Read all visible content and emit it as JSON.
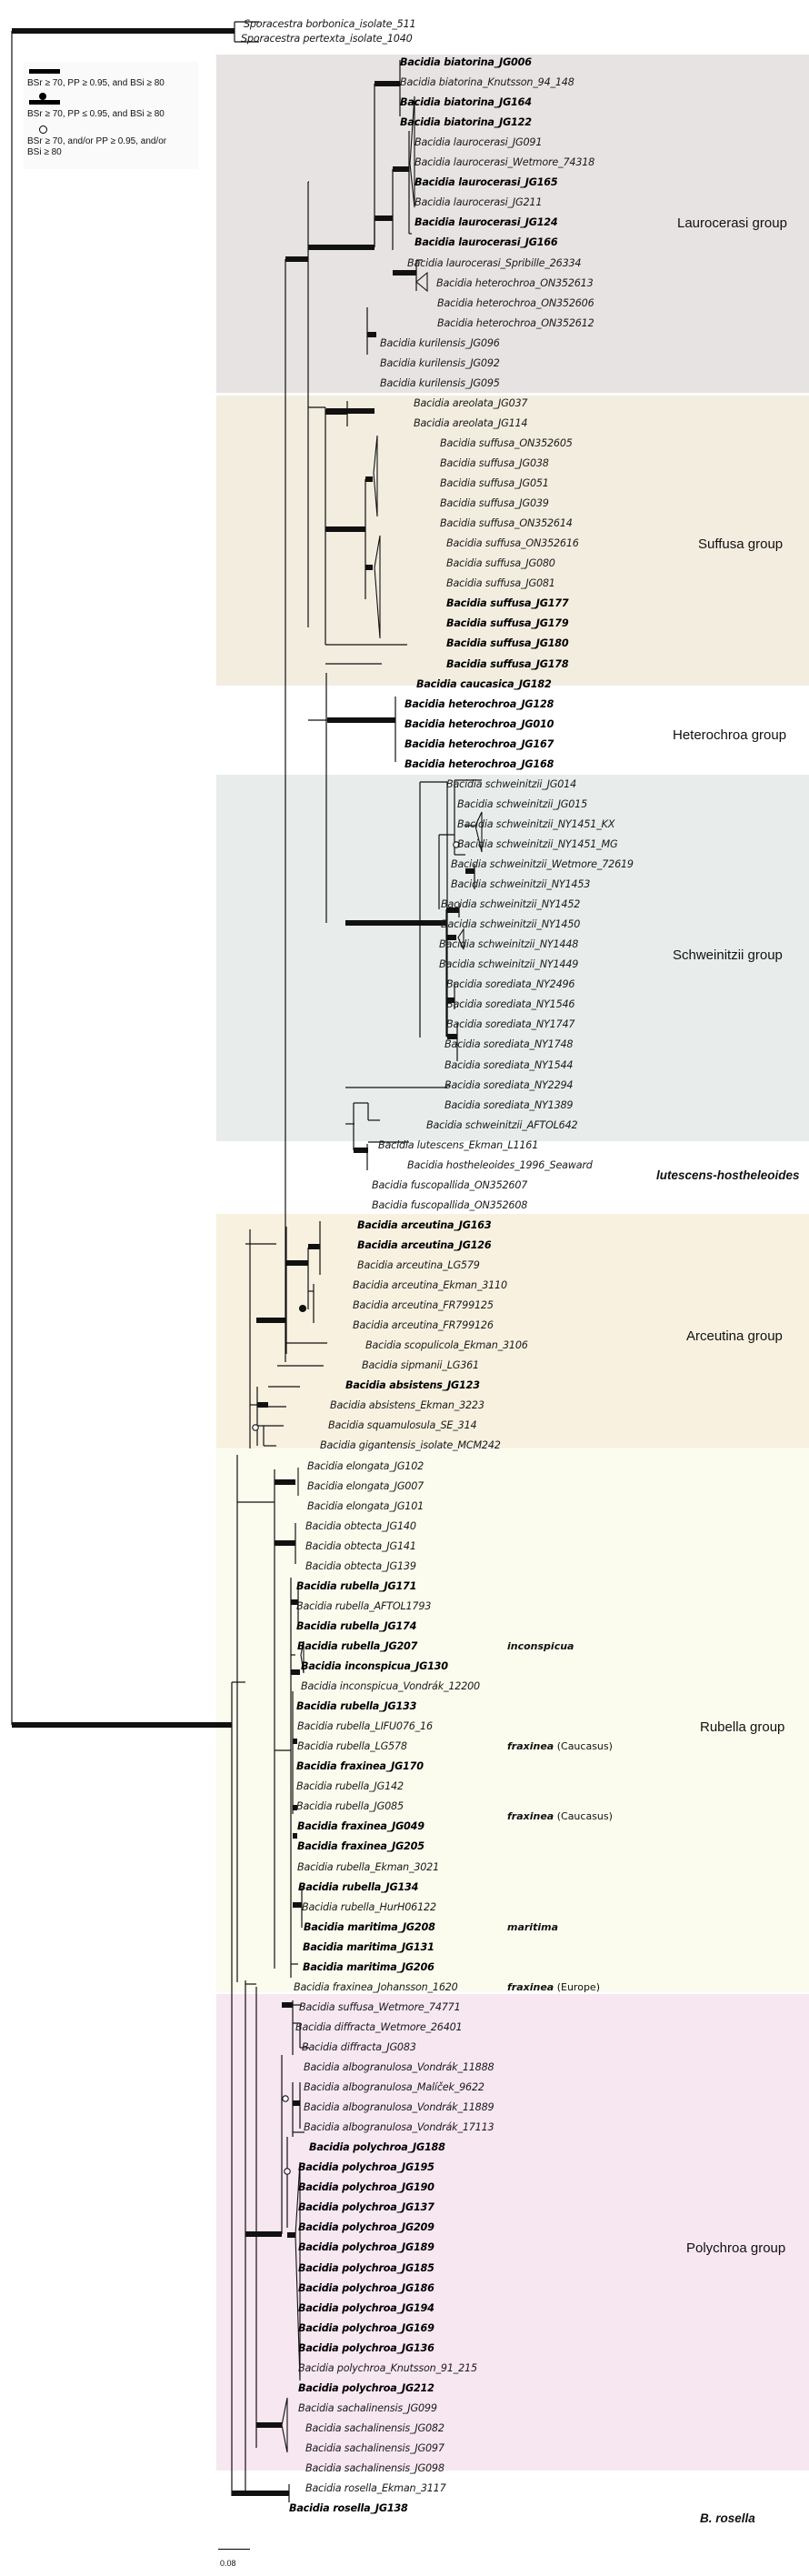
{
  "figure": {
    "type": "phylogenetic_tree",
    "scale_label": "0.08"
  },
  "legend": {
    "items": [
      {
        "symbol": "thick-branch",
        "text": "BSr ≥ 70, PP ≥ 0.95, and BSi ≥ 80"
      },
      {
        "symbol": "thick-branch-with-filled-dot",
        "text": "BSr ≥ 70, PP ≤ 0.95, and BSi ≥ 80"
      },
      {
        "symbol": "open-circle",
        "text": "BSr ≥ 70, and/or PP ≥ 0.95, and/or BSi ≥ 80"
      }
    ]
  },
  "colors": {
    "laurocerasi": "#e8e3e3",
    "suffusa": "#f3ede0",
    "schweinitzii": "#e8ecea",
    "arceutina": "#f8f1e0",
    "rubella": "#fbfbee",
    "polychroa": "#f7e7f0",
    "branch": "#111111"
  },
  "groups": [
    {
      "label": "Laurocerasi group",
      "band": "laurocerasi",
      "from": 2,
      "to": 18
    },
    {
      "label": "Suffusa group",
      "band": "suffusa",
      "from": 19,
      "to": 33
    },
    {
      "label": "Heterochroa group",
      "band": null,
      "from": 34,
      "to": 37
    },
    {
      "label": "Schweinitzii group",
      "band": "schweinitzii",
      "from": 38,
      "to": 55
    },
    {
      "label": "lutescens-hostheleoides",
      "band": null,
      "from": 56,
      "to": 59,
      "italic": true
    },
    {
      "label": "Arceutina group",
      "band": "arceutina",
      "from": 60,
      "to": 71
    },
    {
      "label": "Rubella group",
      "band": "rubella",
      "from": 72,
      "to": 98
    },
    {
      "label": "Polychroa group",
      "band": "polychroa",
      "from": 99,
      "to": 123
    },
    {
      "label": "B. rosella",
      "band": null,
      "from": 124,
      "to": 125,
      "italic": true
    }
  ],
  "side_labels": [
    {
      "row": 81,
      "species": "inconspicua",
      "region": ""
    },
    {
      "row": 86,
      "species": "fraxinea",
      "region": "(Caucasus)"
    },
    {
      "row": 89.5,
      "species": "fraxinea",
      "region": "(Caucasus)"
    },
    {
      "row": 95,
      "species": "maritima",
      "region": ""
    },
    {
      "row": 98,
      "species": "fraxinea",
      "region": "(Europe)"
    }
  ],
  "leaves": [
    {
      "name": "Sporacestra borbonica_isolate_511",
      "bold": false
    },
    {
      "name": "Sporacestra pertexta_isolate_1040",
      "bold": false
    },
    {
      "name": "Bacidia biatorina_JG006",
      "bold": true
    },
    {
      "name": "Bacidia biatorina_Knutsson_94_148",
      "bold": false
    },
    {
      "name": "Bacidia biatorina_JG164",
      "bold": true
    },
    {
      "name": "Bacidia biatorina_JG122",
      "bold": true
    },
    {
      "name": "Bacidia laurocerasi_JG091",
      "bold": false
    },
    {
      "name": "Bacidia laurocerasi_Wetmore_74318",
      "bold": false
    },
    {
      "name": "Bacidia laurocerasi_JG165",
      "bold": true
    },
    {
      "name": "Bacidia laurocerasi_JG211",
      "bold": false
    },
    {
      "name": "Bacidia laurocerasi_JG124",
      "bold": true
    },
    {
      "name": "Bacidia laurocerasi_JG166",
      "bold": true
    },
    {
      "name": "Bacidia laurocerasi_Spribille_26334",
      "bold": false
    },
    {
      "name": "Bacidia heterochroa_ON352613",
      "bold": false
    },
    {
      "name": "Bacidia heterochroa_ON352606",
      "bold": false
    },
    {
      "name": "Bacidia heterochroa_ON352612",
      "bold": false
    },
    {
      "name": "Bacidia kurilensis_JG096",
      "bold": false
    },
    {
      "name": "Bacidia kurilensis_JG092",
      "bold": false
    },
    {
      "name": "Bacidia kurilensis_JG095",
      "bold": false
    },
    {
      "name": "Bacidia areolata_JG037",
      "bold": false
    },
    {
      "name": "Bacidia areolata_JG114",
      "bold": false
    },
    {
      "name": "Bacidia suffusa_ON352605",
      "bold": false
    },
    {
      "name": "Bacidia suffusa_JG038",
      "bold": false
    },
    {
      "name": "Bacidia suffusa_JG051",
      "bold": false
    },
    {
      "name": "Bacidia suffusa_JG039",
      "bold": false
    },
    {
      "name": "Bacidia suffusa_ON352614",
      "bold": false
    },
    {
      "name": "Bacidia suffusa_ON352616",
      "bold": false
    },
    {
      "name": "Bacidia suffusa_JG080",
      "bold": false
    },
    {
      "name": "Bacidia suffusa_JG081",
      "bold": false
    },
    {
      "name": "Bacidia suffusa_JG177",
      "bold": true
    },
    {
      "name": "Bacidia suffusa_JG179",
      "bold": true
    },
    {
      "name": "Bacidia suffusa_JG180",
      "bold": true
    },
    {
      "name": "Bacidia suffusa_JG178",
      "bold": true
    },
    {
      "name": "Bacidia caucasica_JG182",
      "bold": true
    },
    {
      "name": "Bacidia heterochroa_JG128",
      "bold": true
    },
    {
      "name": "Bacidia heterochroa_JG010",
      "bold": true
    },
    {
      "name": "Bacidia heterochroa_JG167",
      "bold": true
    },
    {
      "name": "Bacidia heterochroa_JG168",
      "bold": true
    },
    {
      "name": "Bacidia schweinitzii_JG014",
      "bold": false
    },
    {
      "name": "Bacidia schweinitzii_JG015",
      "bold": false
    },
    {
      "name": "Bacidia schweinitzii_NY1451_KX",
      "bold": false
    },
    {
      "name": "Bacidia schweinitzii_NY1451_MG",
      "bold": false
    },
    {
      "name": "Bacidia schweinitzii_Wetmore_72619",
      "bold": false
    },
    {
      "name": "Bacidia schweinitzii_NY1453",
      "bold": false
    },
    {
      "name": "Bacidia schweinitzii_NY1452",
      "bold": false
    },
    {
      "name": "Bacidia schweinitzii_NY1450",
      "bold": false
    },
    {
      "name": "Bacidia schweinitzii_NY1448",
      "bold": false
    },
    {
      "name": "Bacidia schweinitzii_NY1449",
      "bold": false
    },
    {
      "name": "Bacidia sorediata_NY2496",
      "bold": false
    },
    {
      "name": "Bacidia sorediata_NY1546",
      "bold": false
    },
    {
      "name": "Bacidia sorediata_NY1747",
      "bold": false
    },
    {
      "name": "Bacidia sorediata_NY1748",
      "bold": false
    },
    {
      "name": "Bacidia sorediata_NY1544",
      "bold": false
    },
    {
      "name": "Bacidia sorediata_NY2294",
      "bold": false
    },
    {
      "name": "Bacidia sorediata_NY1389",
      "bold": false
    },
    {
      "name": "Bacidia schweinitzii_AFTOL642",
      "bold": false
    },
    {
      "name": "Bacidia lutescens_Ekman_L1161",
      "bold": false
    },
    {
      "name": "Bacidia hostheleoides_1996_Seaward",
      "bold": false
    },
    {
      "name": "Bacidia fuscopallida_ON352607",
      "bold": false
    },
    {
      "name": "Bacidia fuscopallida_ON352608",
      "bold": false
    },
    {
      "name": "Bacidia arceutina_JG163",
      "bold": true
    },
    {
      "name": "Bacidia arceutina_JG126",
      "bold": true
    },
    {
      "name": "Bacidia arceutina_LG579",
      "bold": false
    },
    {
      "name": "Bacidia arceutina_Ekman_3110",
      "bold": false
    },
    {
      "name": "Bacidia arceutina_FR799125",
      "bold": false
    },
    {
      "name": "Bacidia arceutina_FR799126",
      "bold": false
    },
    {
      "name": "Bacidia scopulicola_Ekman_3106",
      "bold": false
    },
    {
      "name": "Bacidia sipmanii_LG361",
      "bold": false
    },
    {
      "name": "Bacidia absistens_JG123",
      "bold": true
    },
    {
      "name": "Bacidia absistens_Ekman_3223",
      "bold": false
    },
    {
      "name": "Bacidia squamulosula_SE_314",
      "bold": false
    },
    {
      "name": "Bacidia gigantensis_isolate_MCM242",
      "bold": false
    },
    {
      "name": "Bacidia elongata_JG102",
      "bold": false
    },
    {
      "name": "Bacidia elongata_JG007",
      "bold": false
    },
    {
      "name": "Bacidia elongata_JG101",
      "bold": false
    },
    {
      "name": "Bacidia obtecta_JG140",
      "bold": false
    },
    {
      "name": "Bacidia obtecta_JG141",
      "bold": false
    },
    {
      "name": "Bacidia obtecta_JG139",
      "bold": false
    },
    {
      "name": "Bacidia rubella_JG171",
      "bold": true
    },
    {
      "name": "Bacidia rubella_AFTOL1793",
      "bold": false
    },
    {
      "name": "Bacidia rubella_JG174",
      "bold": true
    },
    {
      "name": "Bacidia rubella_JG207",
      "bold": true
    },
    {
      "name": "Bacidia inconspicua_JG130",
      "bold": true
    },
    {
      "name": "Bacidia inconspicua_Vondrák_12200",
      "bold": false
    },
    {
      "name": "Bacidia rubella_JG133",
      "bold": true
    },
    {
      "name": "Bacidia rubella_LIFU076_16",
      "bold": false
    },
    {
      "name": "Bacidia rubella_LG578",
      "bold": false
    },
    {
      "name": "Bacidia fraxinea_JG170",
      "bold": true
    },
    {
      "name": "Bacidia rubella_JG142",
      "bold": false
    },
    {
      "name": "Bacidia rubella_JG085",
      "bold": false
    },
    {
      "name": "Bacidia fraxinea_JG049",
      "bold": true
    },
    {
      "name": "Bacidia fraxinea_JG205",
      "bold": true
    },
    {
      "name": "Bacidia rubella_Ekman_3021",
      "bold": false
    },
    {
      "name": "Bacidia rubella_JG134",
      "bold": true
    },
    {
      "name": "Bacidia rubella_HurH06122",
      "bold": false
    },
    {
      "name": "Bacidia maritima_JG208",
      "bold": true
    },
    {
      "name": "Bacidia maritima_JG131",
      "bold": true
    },
    {
      "name": "Bacidia maritima_JG206",
      "bold": true
    },
    {
      "name": "Bacidia fraxinea_Johansson_1620",
      "bold": false
    },
    {
      "name": "Bacidia suffusa_Wetmore_74771",
      "bold": false
    },
    {
      "name": "Bacidia diffracta_Wetmore_26401",
      "bold": false
    },
    {
      "name": "Bacidia diffracta_JG083",
      "bold": false
    },
    {
      "name": "Bacidia albogranulosa_Vondrák_11888",
      "bold": false
    },
    {
      "name": "Bacidia albogranulosa_Malíček_9622",
      "bold": false
    },
    {
      "name": "Bacidia albogranulosa_Vondrák_11889",
      "bold": false
    },
    {
      "name": "Bacidia albogranulosa_Vondrák_17113",
      "bold": false
    },
    {
      "name": "Bacidia polychroa_JG188",
      "bold": true
    },
    {
      "name": "Bacidia polychroa_JG195",
      "bold": true
    },
    {
      "name": "Bacidia polychroa_JG190",
      "bold": true
    },
    {
      "name": "Bacidia polychroa_JG137",
      "bold": true
    },
    {
      "name": "Bacidia polychroa_JG209",
      "bold": true
    },
    {
      "name": "Bacidia polychroa_JG189",
      "bold": true
    },
    {
      "name": "Bacidia polychroa_JG185",
      "bold": true
    },
    {
      "name": "Bacidia polychroa_JG186",
      "bold": true
    },
    {
      "name": "Bacidia polychroa_JG194",
      "bold": true
    },
    {
      "name": "Bacidia polychroa_JG169",
      "bold": true
    },
    {
      "name": "Bacidia polychroa_JG136",
      "bold": true
    },
    {
      "name": "Bacidia polychroa_Knutsson_91_215",
      "bold": false
    },
    {
      "name": "Bacidia polychroa_JG212",
      "bold": true
    },
    {
      "name": "Bacidia sachalinensis_JG099",
      "bold": false
    },
    {
      "name": "Bacidia sachalinensis_JG082",
      "bold": false
    },
    {
      "name": "Bacidia sachalinensis_JG097",
      "bold": false
    },
    {
      "name": "Bacidia sachalinensis_JG098",
      "bold": false
    },
    {
      "name": "Bacidia rosella_Ekman_3117",
      "bold": false
    },
    {
      "name": "Bacidia rosella_JG138",
      "bold": true
    }
  ]
}
